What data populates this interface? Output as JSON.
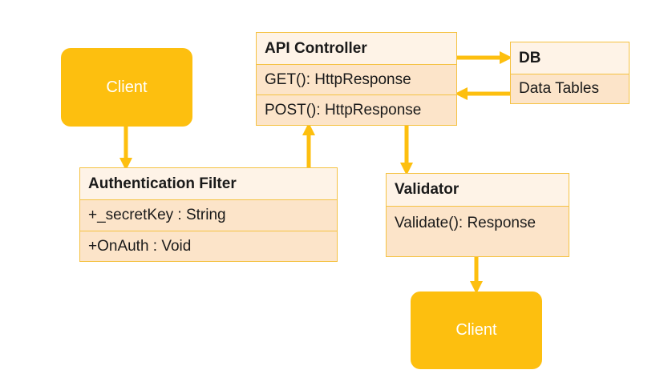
{
  "colors": {
    "accent": "#fdbf0f",
    "border": "#f5c242",
    "header_fill": "#fef3e7",
    "row_fill": "#fce4c9"
  },
  "client_top": {
    "label": "Client"
  },
  "client_bottom": {
    "label": "Client"
  },
  "auth_filter": {
    "title": "Authentication Filter",
    "members": [
      "+_secretKey : String",
      "+OnAuth : Void"
    ]
  },
  "api_controller": {
    "title": "API Controller",
    "members": [
      "GET(): HttpResponse",
      "POST(): HttpResponse"
    ]
  },
  "db": {
    "title": "DB",
    "members": [
      "Data Tables"
    ]
  },
  "validator": {
    "title": "Validator",
    "members": [
      "Validate(): Response"
    ]
  }
}
